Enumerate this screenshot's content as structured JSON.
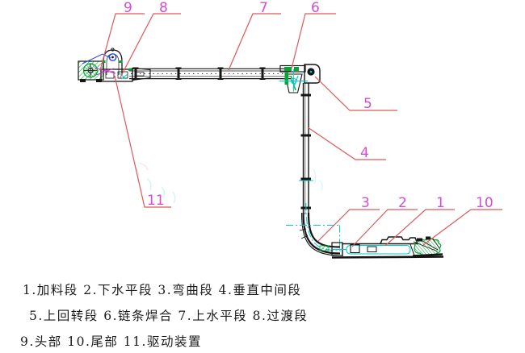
{
  "figure": {
    "kind": "engineering-diagram",
    "background": "#ffffff"
  },
  "colors": {
    "drawing_line": "#161616",
    "leader_line": "#e05858",
    "callout_label": "#cf4fcf",
    "machine_green": "#00a832",
    "centerline_cyan": "#00cccc",
    "bearing_blue": "#2244ee",
    "legend_text": "#1b1b1b"
  },
  "callouts": [
    {
      "number": "9"
    },
    {
      "number": "8"
    },
    {
      "number": "7"
    },
    {
      "number": "6"
    },
    {
      "number": "5"
    },
    {
      "number": "4"
    },
    {
      "number": "3"
    },
    {
      "number": "2"
    },
    {
      "number": "1"
    },
    {
      "number": "10"
    },
    {
      "number": "11"
    }
  ],
  "parts": [
    {
      "number": "1",
      "name": "加料段"
    },
    {
      "number": "2",
      "name": "下水平段"
    },
    {
      "number": "3",
      "name": "弯曲段"
    },
    {
      "number": "4",
      "name": "垂直中间段"
    },
    {
      "number": "5",
      "name": "上回转段"
    },
    {
      "number": "6",
      "name": "链条焊合"
    },
    {
      "number": "7",
      "name": "上水平段"
    },
    {
      "number": "8",
      "name": "过渡段"
    },
    {
      "number": "9",
      "name": "头部"
    },
    {
      "number": "10",
      "name": "尾部"
    },
    {
      "number": "11",
      "name": "驱动装置"
    }
  ],
  "legend": {
    "lines": [
      "1.加料段 2.下水平段 3.弯曲段 4.垂直中间段",
      "5.上回转段 6.链条焊合 7.上水平段 8.过渡段",
      "9.头部 10.尾部 11.驱动装置"
    ]
  }
}
